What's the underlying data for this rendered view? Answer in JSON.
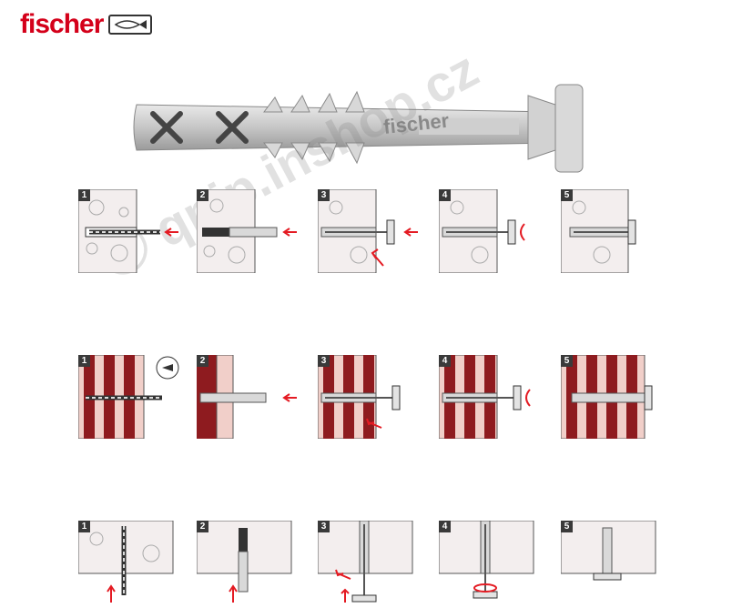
{
  "brand": {
    "name": "fischer",
    "color": "#d4001a"
  },
  "product_label": "fischer",
  "watermark": "ⓒ qpip.inshop.cz",
  "colors": {
    "concrete": "#f3eeee",
    "brick_red": "#8e1b1f",
    "brick_light": "#f1cfc9",
    "arrow_red": "#e41b23",
    "dark_steel": "#333333"
  },
  "rows": [
    {
      "material": "concrete",
      "steps": [
        "1",
        "2",
        "3",
        "4",
        "5"
      ]
    },
    {
      "material": "brick",
      "steps": [
        "1",
        "2",
        "3",
        "4",
        "5"
      ]
    },
    {
      "material": "ceiling",
      "steps": [
        "1",
        "2",
        "3",
        "4",
        "5"
      ]
    }
  ]
}
